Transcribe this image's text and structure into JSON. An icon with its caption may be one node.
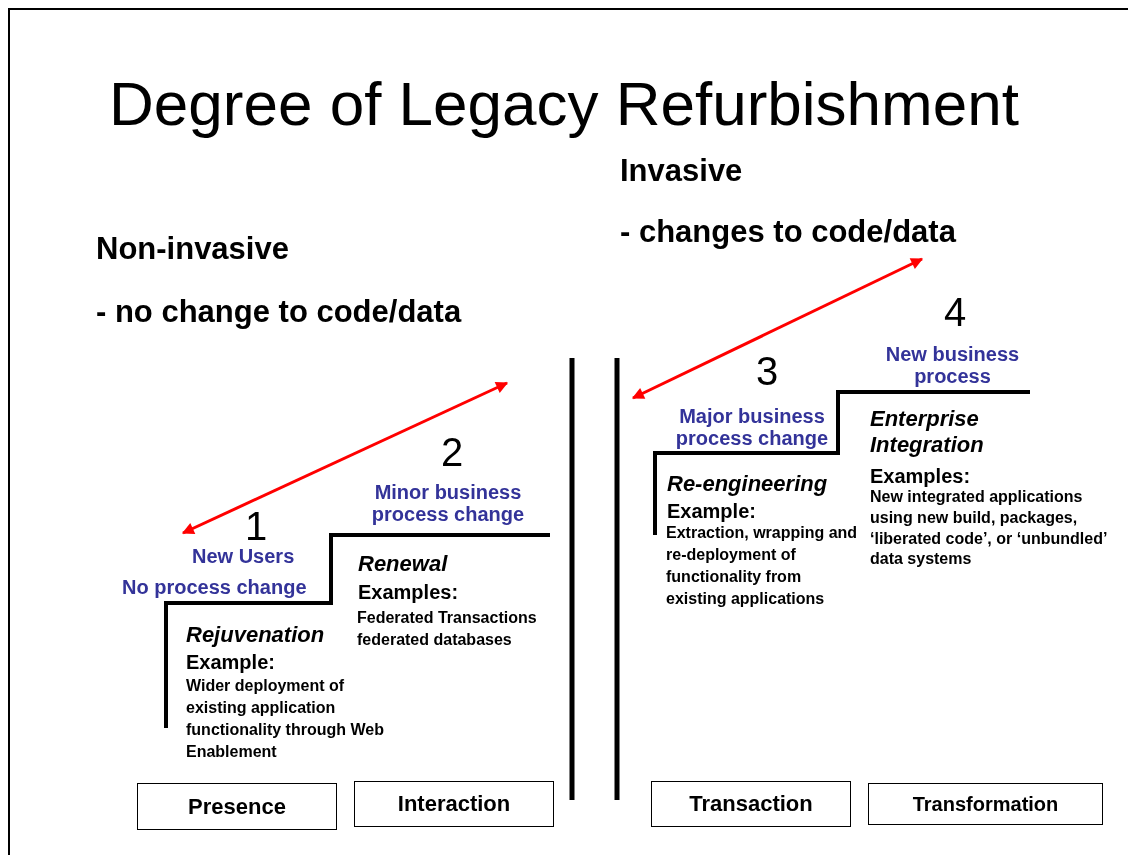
{
  "diagram": {
    "title": "Degree of Legacy Refurbishment",
    "nodes": [
      {
        "text": [
          "Presence"
        ]
      },
      {
        "text": [
          "Interaction"
        ]
      },
      {
        "text": [
          "Transaction"
        ]
      },
      {
        "text": [
          "Transformation"
        ]
      }
    ],
    "labels": [
      "Invasive",
      "- changes to code/data",
      "Non-invasive",
      "- no change to code/data",
      "1",
      "New Users",
      "No process change",
      "Rejuvenation",
      "Example:",
      "Wider deployment of existing application functionality through Web Enablement",
      "2",
      "Minor business process change",
      "Renewal",
      "Examples:",
      "Federated Transactions",
      "federated databases",
      "3",
      "Major business process change",
      "Re-engineering",
      "Example:",
      "Extraction, wrapping and re-deployment of functionality from existing applications",
      "4",
      "New business process",
      "Enterprise Integration",
      "Examples:",
      "New integrated applications using new build, packages, ‘liberated code’, or ‘unbundled’ data systems"
    ]
  }
}
